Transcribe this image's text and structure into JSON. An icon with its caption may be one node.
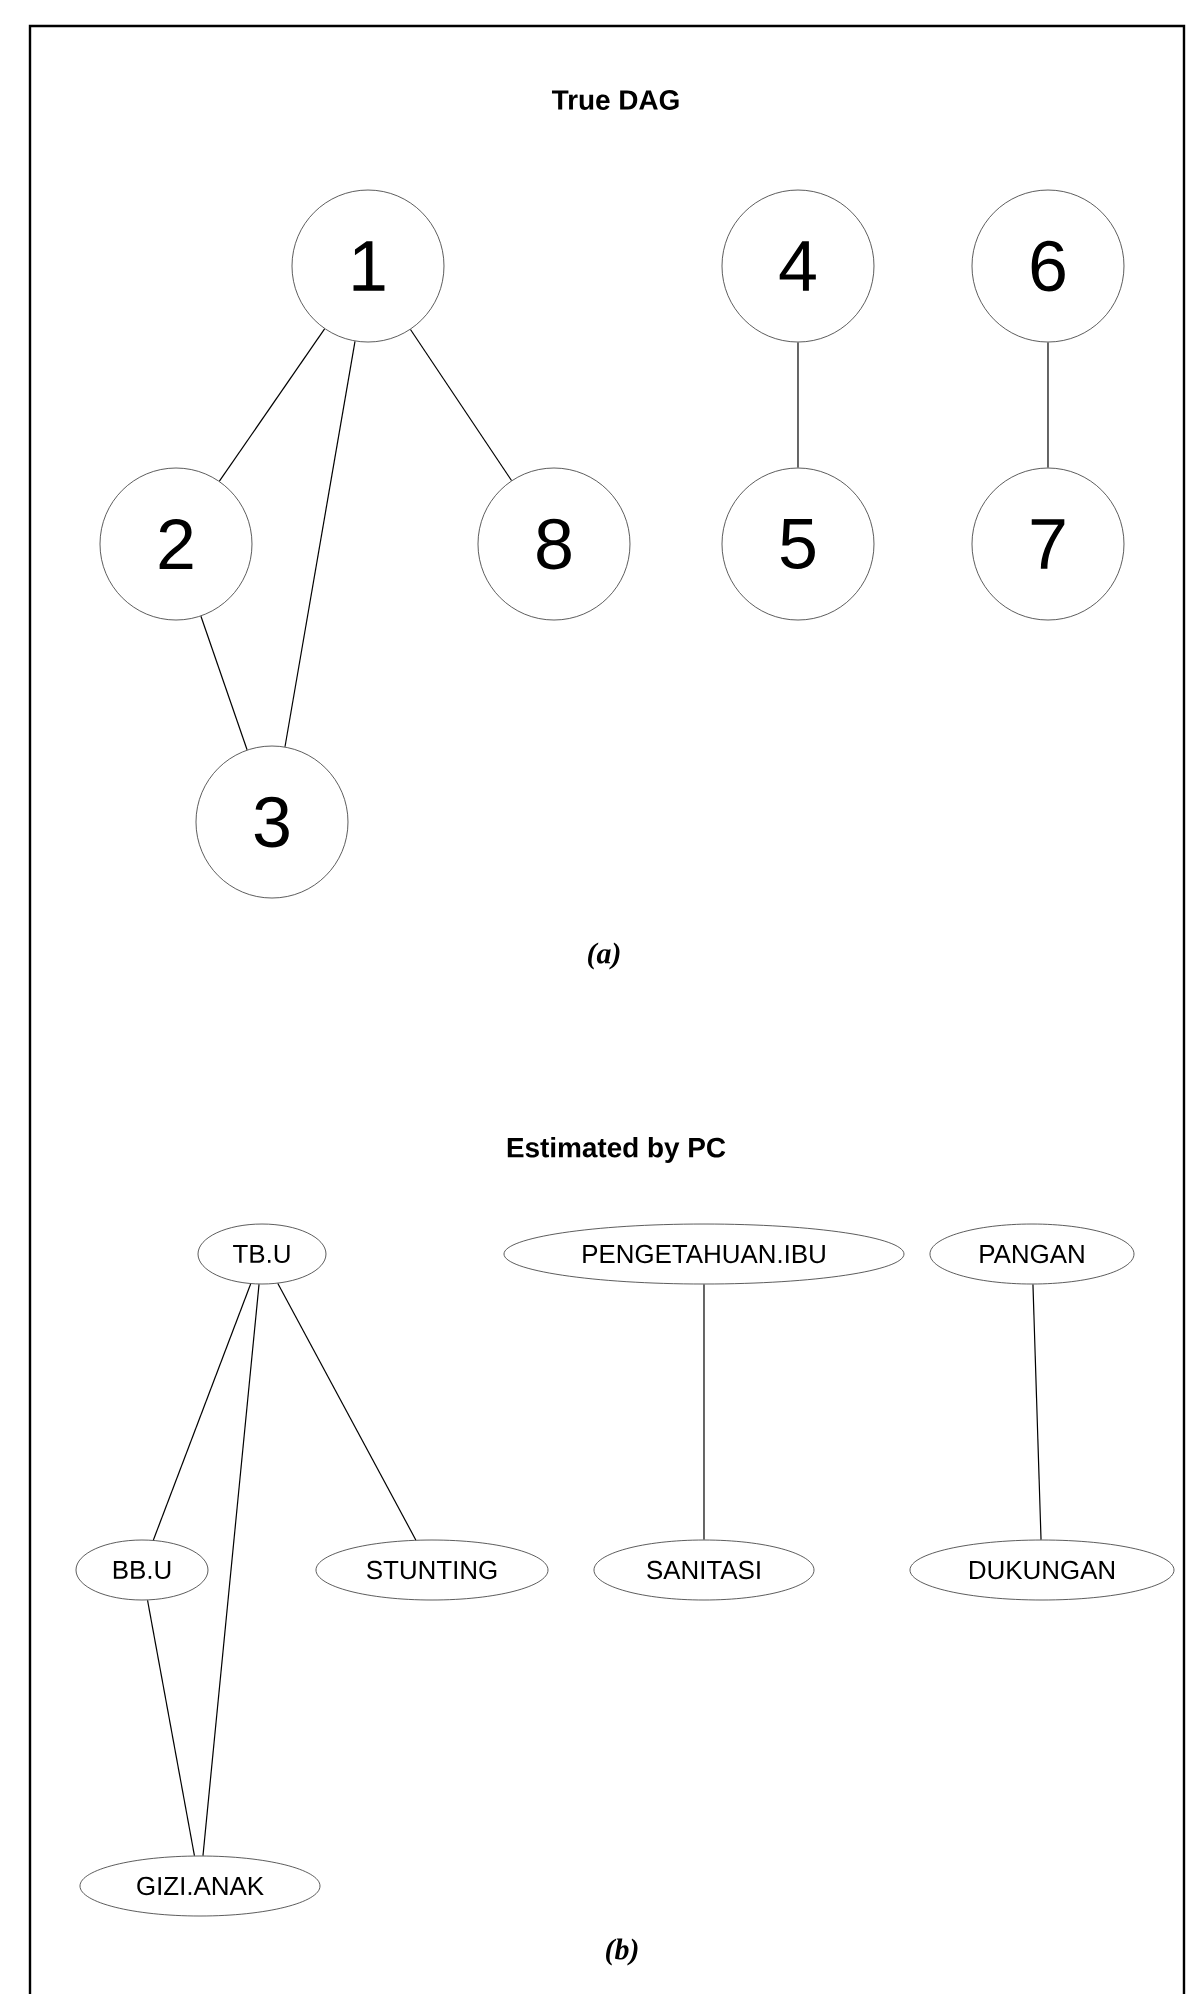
{
  "diagram": {
    "nodes": [
      {
        "text": [
          "1"
        ]
      },
      {
        "text": [
          "4"
        ]
      },
      {
        "text": [
          "6"
        ]
      },
      {
        "text": [
          "2"
        ]
      },
      {
        "text": [
          "8"
        ]
      },
      {
        "text": [
          "5"
        ]
      },
      {
        "text": [
          "7"
        ]
      },
      {
        "text": [
          "3"
        ]
      },
      {
        "text": [
          "TB.U"
        ]
      },
      {
        "text": [
          "PENGETAHUAN.IBU"
        ]
      },
      {
        "text": [
          "PANGAN"
        ]
      },
      {
        "text": [
          "BB.U"
        ]
      },
      {
        "text": [
          "STUNTING"
        ]
      },
      {
        "text": [
          "SANITASI"
        ]
      },
      {
        "text": [
          "DUKUNGAN"
        ]
      },
      {
        "text": [
          "GIZI.ANAK"
        ]
      }
    ],
    "edges": [
      {
        "from": 0,
        "to": 3,
        "arrow": "none"
      },
      {
        "from": 0,
        "to": 7,
        "arrow": "none"
      },
      {
        "from": 0,
        "to": 4,
        "arrow": "none"
      },
      {
        "from": 3,
        "to": 7,
        "arrow": "none"
      },
      {
        "from": 1,
        "to": 5,
        "arrow": "none"
      },
      {
        "from": 2,
        "to": 6,
        "arrow": "none"
      },
      {
        "from": 8,
        "to": 11,
        "arrow": "none"
      },
      {
        "from": 8,
        "to": 15,
        "arrow": "none"
      },
      {
        "from": 8,
        "to": 12,
        "arrow": "none"
      },
      {
        "from": 11,
        "to": 15,
        "arrow": "none"
      },
      {
        "from": 9,
        "to": 13,
        "arrow": "none"
      },
      {
        "from": 10,
        "to": 14,
        "arrow": "none"
      }
    ],
    "labels": [
      "True DAG",
      "(a)",
      "Estimated by PC",
      "(b)"
    ]
  }
}
